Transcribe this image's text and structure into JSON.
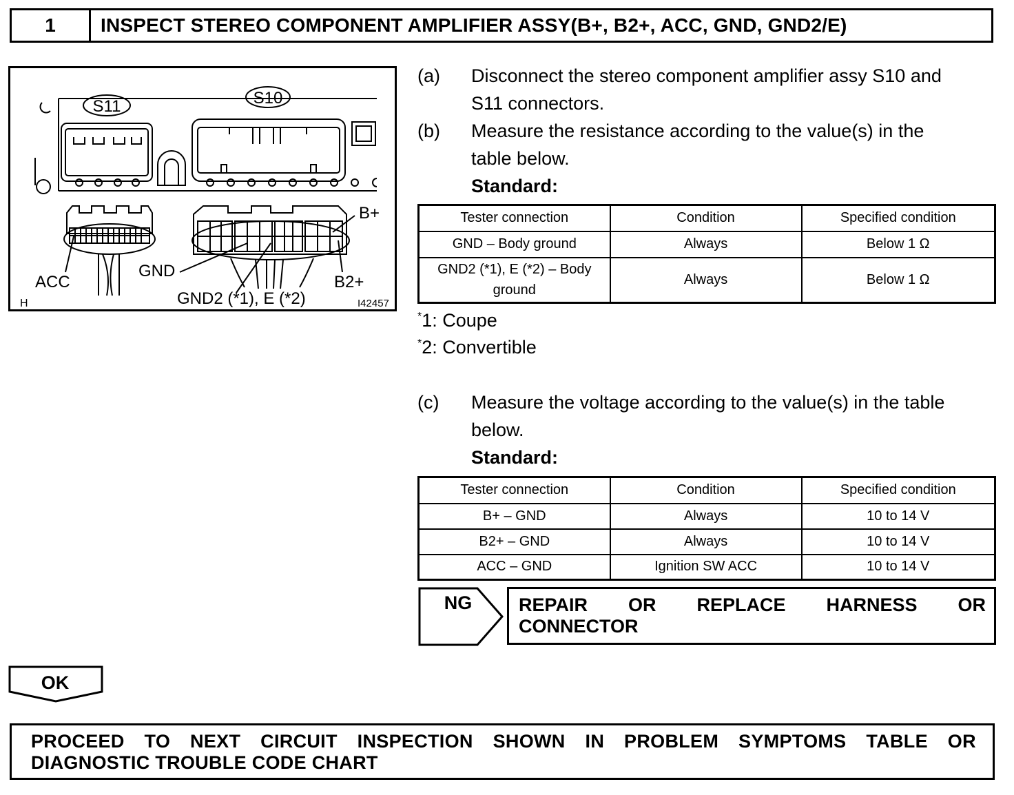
{
  "header": {
    "step_number": "1",
    "title": "INSPECT STEREO COMPONENT AMPLIFIER ASSY(B+, B2+, ACC, GND, GND2/E)"
  },
  "figure": {
    "connector_s11": "S11",
    "connector_s10": "S10",
    "label_b_plus": "B+",
    "label_acc": "ACC",
    "label_gnd": "GND",
    "label_b2_plus": "B2+",
    "label_gnd2": "GND2 (*1), E (*2)",
    "corner_h": "H",
    "figure_id": "I42457"
  },
  "steps": {
    "a_label": "(a)",
    "a_line1": "Disconnect the stereo component amplifier assy S10 and",
    "a_line2": "S11 connectors.",
    "b_label": "(b)",
    "b_line1": "Measure the resistance according to the value(s) in the",
    "b_line2": "table below.",
    "b_standard": "Standard:",
    "c_label": "(c)",
    "c_line1": "Measure the voltage according to the value(s) in the table",
    "c_line2": "below.",
    "c_standard": "Standard:"
  },
  "resistance_table": {
    "headers": [
      "Tester connection",
      "Condition",
      "Specified condition"
    ],
    "rows": [
      [
        "GND – Body ground",
        "Always",
        "Below 1 Ω"
      ],
      [
        "GND2 (*1), E (*2) – Body ground",
        "Always",
        "Below 1 Ω"
      ]
    ]
  },
  "notes": {
    "note1_mark": "*",
    "note1_text": "1: Coupe",
    "note2_mark": "*",
    "note2_text": "2: Convertible"
  },
  "voltage_table": {
    "headers": [
      "Tester connection",
      "Condition",
      "Specified condition"
    ],
    "rows": [
      [
        "B+ – GND",
        "Always",
        "10 to 14 V"
      ],
      [
        "B2+ – GND",
        "Always",
        "10 to 14 V"
      ],
      [
        "ACC – GND",
        "Ignition SW ACC",
        "10 to 14 V"
      ]
    ]
  },
  "ng": {
    "label": "NG",
    "action_words": [
      "REPAIR",
      "OR",
      "REPLACE",
      "HARNESS",
      "OR"
    ],
    "action_line2": "CONNECTOR"
  },
  "ok": {
    "label": "OK"
  },
  "proceed": {
    "words": [
      "PROCEED",
      "TO",
      "NEXT",
      "CIRCUIT",
      "INSPECTION",
      "SHOWN",
      "IN",
      "PROBLEM",
      "SYMPTOMS",
      "TABLE",
      "OR"
    ],
    "line2": "DIAGNOSTIC TROUBLE CODE CHART"
  }
}
